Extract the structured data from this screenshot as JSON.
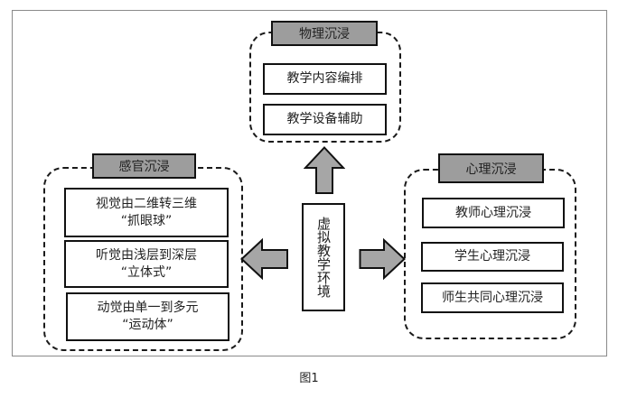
{
  "diagram": {
    "center": {
      "label": "虚拟教学环境"
    },
    "groups": {
      "physical": {
        "title": "物理沉浸",
        "items": [
          "教学内容编排",
          "教学设备辅助"
        ]
      },
      "sensory": {
        "title": "感官沉浸",
        "items": [
          {
            "line1": "视觉由二维转三维",
            "line2": "“抓眼球”"
          },
          {
            "line1": "听觉由浅层到深层",
            "line2": "“立体式”"
          },
          {
            "line1": "动觉由单一到多元",
            "line2": "“运动体”"
          }
        ]
      },
      "psychological": {
        "title": "心理沉浸",
        "items": [
          "教师心理沉浸",
          "学生心理沉浸",
          "师生共同心理沉浸"
        ]
      }
    },
    "arrows": [
      {
        "from": "center",
        "to": "physical",
        "direction": "up"
      },
      {
        "from": "center",
        "to": "sensory",
        "direction": "left"
      },
      {
        "from": "center",
        "to": "psychological",
        "direction": "right"
      }
    ],
    "colors": {
      "header_fill": "#9d9d9d",
      "arrow_fill": "#a6a6a6",
      "stroke": "#111111"
    }
  },
  "caption": "图1"
}
